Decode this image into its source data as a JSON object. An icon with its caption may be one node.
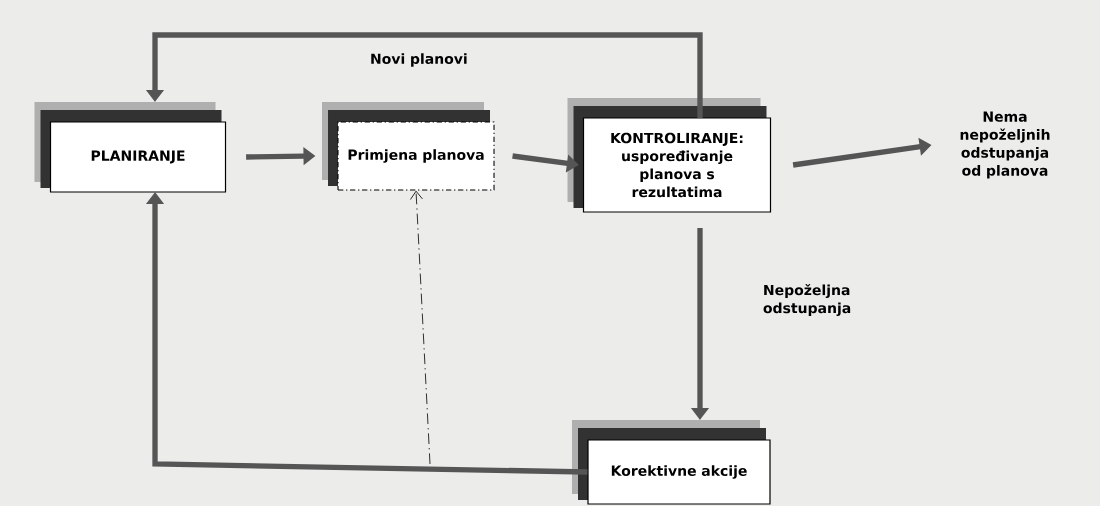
{
  "diagram": {
    "nodes": [
      {
        "text": [
          "PLANIRANJE"
        ]
      },
      {
        "text": [
          "Primjena planova"
        ]
      },
      {
        "text": [
          "KONTROLIRANJE: uspoređivanje planova s rezultatima"
        ]
      },
      {
        "text": [
          "Nema nepoželjnih odstupanja od planova"
        ]
      },
      {
        "text": [
          "Korektivne akcije"
        ]
      }
    ],
    "edges": [
      {
        "from": 0,
        "to": 1,
        "arrow": "to"
      },
      {
        "from": 1,
        "to": 2,
        "arrow": "to"
      },
      {
        "from": 2,
        "to": 3,
        "arrow": "to"
      },
      {
        "from": 2,
        "to": 0,
        "arrow": "to",
        "label": "Novi planovi"
      },
      {
        "from": 2,
        "to": 4,
        "arrow": "to",
        "label": "Nepoželjna odstupanja"
      },
      {
        "from": 4,
        "to": 0,
        "arrow": "to"
      },
      {
        "from": null,
        "to": 1,
        "arrow": "to",
        "style": "dashed"
      }
    ]
  }
}
